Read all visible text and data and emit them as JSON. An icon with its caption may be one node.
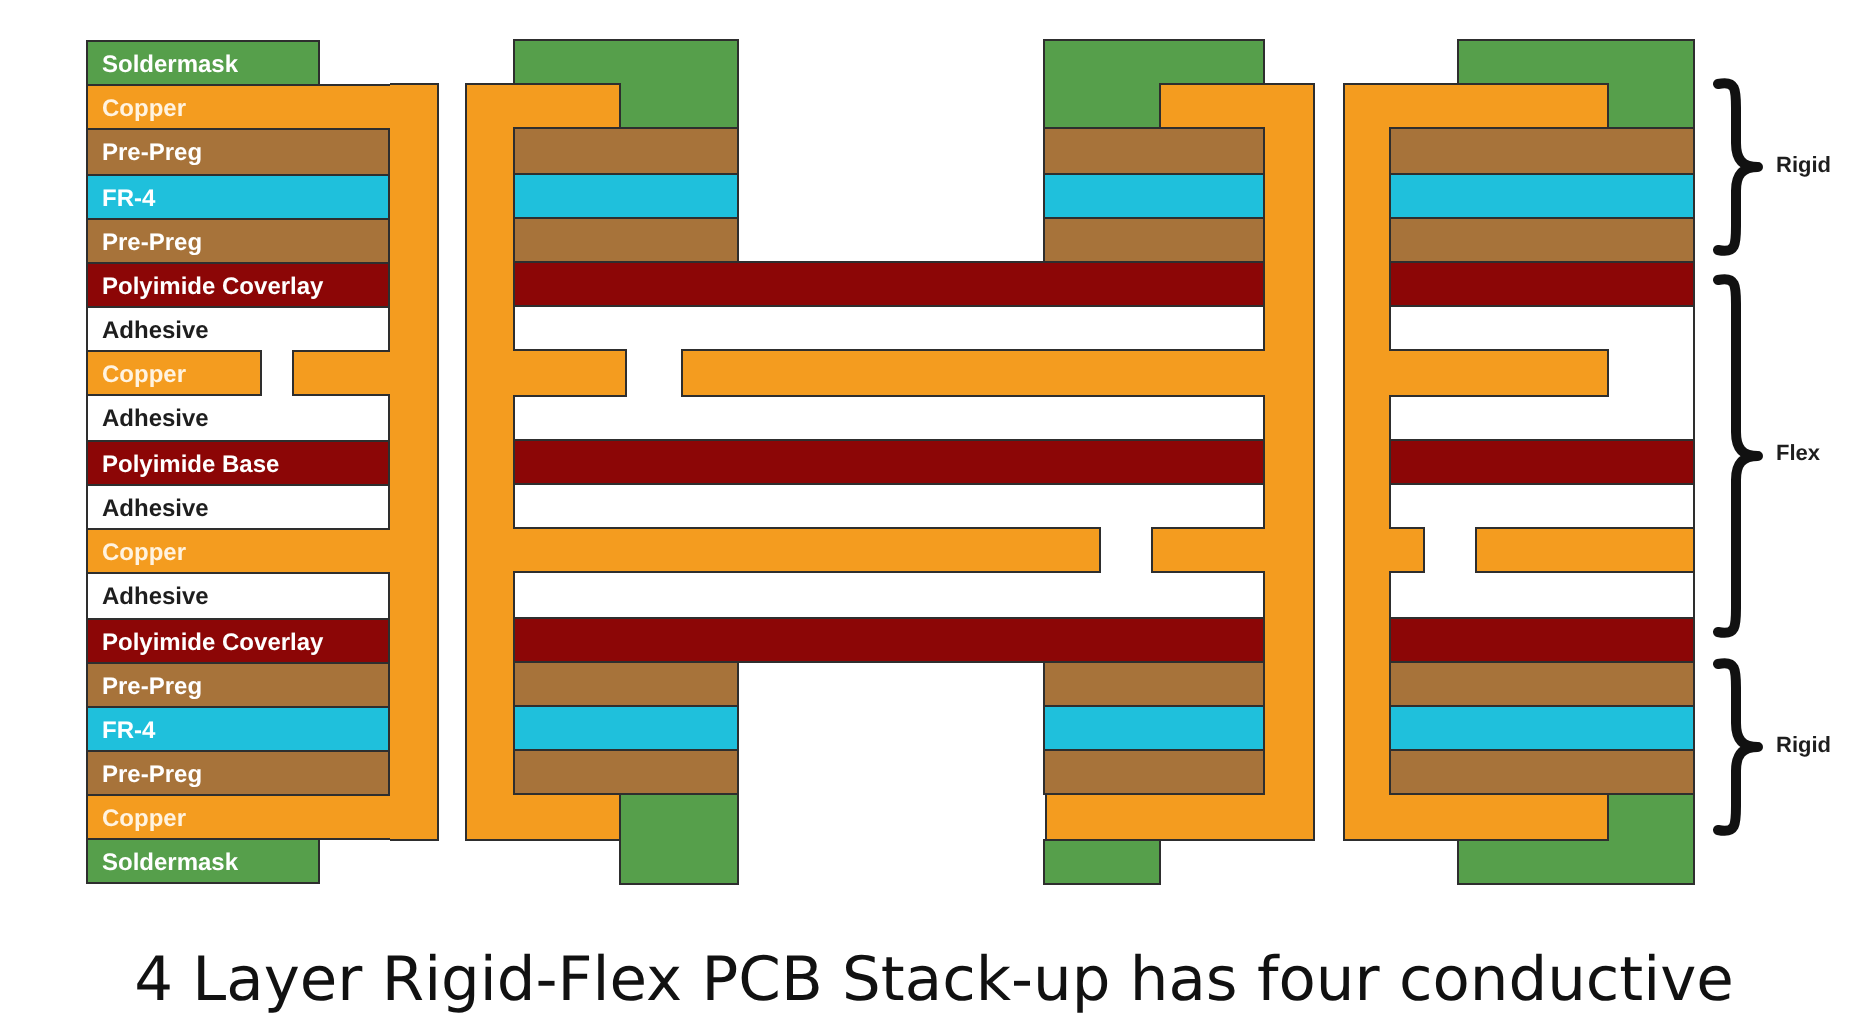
{
  "diagram": {
    "caption": "4 Layer Rigid-Flex PCB Stack-up has four conductive",
    "nodes": [
      {
        "text": [
          "Soldermask"
        ]
      },
      {
        "text": [
          "Copper"
        ]
      },
      {
        "text": [
          "Pre-Preg"
        ]
      },
      {
        "text": [
          "FR-4"
        ]
      },
      {
        "text": [
          "Pre-Preg"
        ]
      },
      {
        "text": [
          "Polyimide Coverlay"
        ]
      },
      {
        "text": [
          "Adhesive"
        ]
      },
      {
        "text": [
          "Copper"
        ]
      },
      {
        "text": [
          "Adhesive"
        ]
      },
      {
        "text": [
          "Polyimide Base"
        ]
      },
      {
        "text": [
          "Adhesive"
        ]
      },
      {
        "text": [
          "Copper"
        ]
      },
      {
        "text": [
          "Adhesive"
        ]
      },
      {
        "text": [
          "Polyimide Coverlay"
        ]
      },
      {
        "text": [
          "Pre-Preg"
        ]
      },
      {
        "text": [
          "FR-4"
        ]
      },
      {
        "text": [
          "Pre-Preg"
        ]
      },
      {
        "text": [
          "Copper"
        ]
      },
      {
        "text": [
          "Soldermask"
        ]
      }
    ],
    "labels": [
      "Rigid",
      "Flex",
      "Rigid"
    ]
  }
}
